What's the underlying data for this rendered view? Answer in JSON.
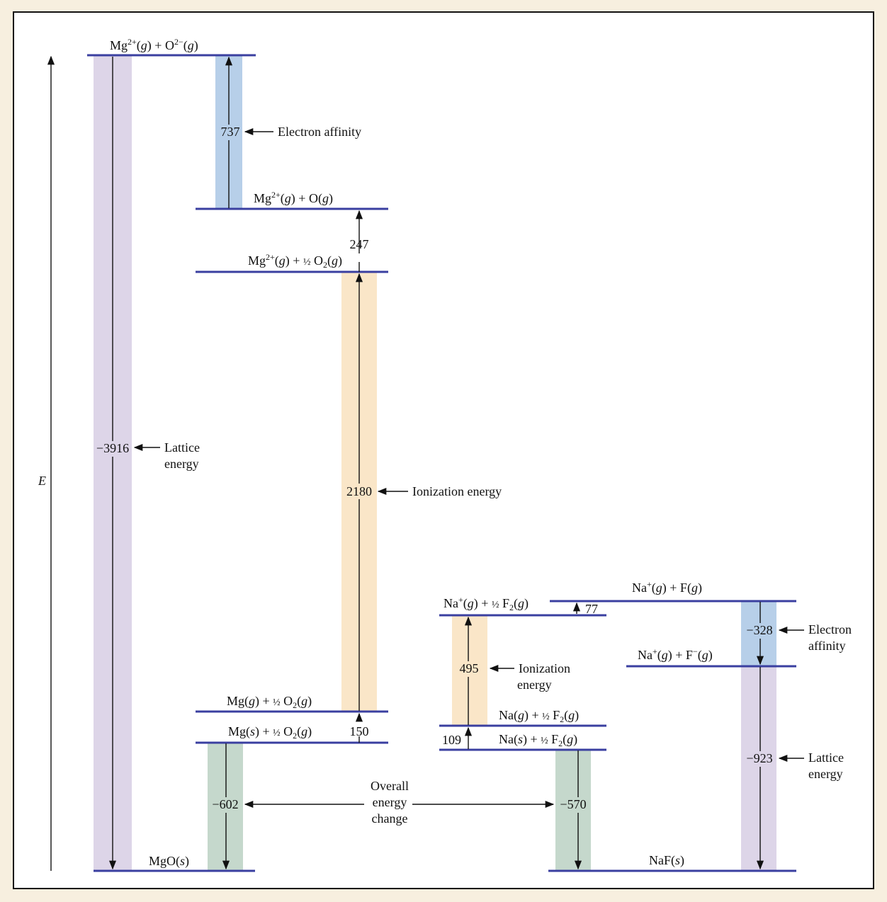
{
  "colors": {
    "lattice_band": "#ddd5e8",
    "affinity_band": "#b7cfe9",
    "ionization_band": "#fae6c8",
    "overall_band": "#c5d8cc",
    "level_line": "#3a3fa0",
    "background": "#f7efdf"
  },
  "axis": {
    "label": "E"
  },
  "mgo": {
    "levels": {
      "ions": {
        "base": "Mg",
        "sup": "2+",
        "mid": "(",
        "italic": "g",
        "rest": ") + O",
        "sup2": "2−",
        "mid2": "(",
        "italic2": "g",
        "end": ")"
      },
      "mg2_o": {
        "base": "Mg",
        "sup": "2+",
        "mid": "(",
        "italic": "g",
        "end": ") + O(",
        "italic2": "g",
        "end2": ")"
      },
      "mg2_halfo2": {
        "base": "Mg",
        "sup": "2+",
        "mid": "(",
        "italic": "g",
        "mid2": ") + ",
        "frac": "½",
        "rest": " O",
        "sub": "2",
        "mid3": "(",
        "italic2": "g",
        "end": ")"
      },
      "mg_g": {
        "base": "Mg(",
        "italic": "g",
        "mid": ") + ",
        "frac": "½",
        "rest": " O",
        "sub": "2",
        "mid2": "(",
        "italic2": "g",
        "end": ")"
      },
      "mg_s": {
        "base": "Mg(",
        "italic": "s",
        "mid": ") + ",
        "frac": "½",
        "rest": " O",
        "sub": "2",
        "mid2": "(",
        "italic2": "g",
        "end": ")"
      },
      "mgo_s": {
        "base": "MgO(",
        "italic": "s",
        "end": ")"
      }
    },
    "values": {
      "lattice": "−3916",
      "affinity": "737",
      "o2_step": "247",
      "ionization": "2180",
      "sublimation": "150",
      "overall": "−602"
    },
    "labels": {
      "affinity": "Electron affinity",
      "ionization": "Ionization energy",
      "lattice_line1": "Lattice",
      "lattice_line2": "energy"
    }
  },
  "naf": {
    "levels": {
      "na_f": {
        "base": "Na",
        "sup": "+",
        "mid": "(",
        "italic": "g",
        "mid2": ") + F(",
        "italic2": "g",
        "end": ")"
      },
      "na_plus_halff2": {
        "base": "Na",
        "sup": "+",
        "mid": "(",
        "italic": "g",
        "mid2": ") + ",
        "frac": "½",
        "rest": " F",
        "sub": "2",
        "mid3": "(",
        "italic2": "g",
        "end": ")"
      },
      "na_fminus": {
        "base": "Na",
        "sup": "+",
        "mid": "(",
        "italic": "g",
        "mid2": ") + F",
        "sup2": "−",
        "mid3": "(",
        "italic2": "g",
        "end": ")"
      },
      "na_g": {
        "base": "Na(",
        "italic": "g",
        "mid": ") + ",
        "frac": "½",
        "rest": " F",
        "sub": "2",
        "mid2": "(",
        "italic2": "g",
        "end": ")"
      },
      "na_s": {
        "base": "Na(",
        "italic": "s",
        "mid": ") + ",
        "frac": "½",
        "rest": " F",
        "sub": "2",
        "mid2": "(",
        "italic2": "g",
        "end": ")"
      },
      "naf_s": {
        "base": "NaF(",
        "italic": "s",
        "end": ")"
      }
    },
    "values": {
      "f2_step": "77",
      "affinity": "−328",
      "ionization": "495",
      "sublimation": "109",
      "lattice": "−923",
      "overall": "−570"
    },
    "labels": {
      "affinity_line1": "Electron",
      "affinity_line2": "affinity",
      "ionization_line1": "Ionization",
      "ionization_line2": "energy",
      "lattice_line1": "Lattice",
      "lattice_line2": "energy"
    }
  },
  "overall_label": {
    "line1": "Overall",
    "line2": "energy",
    "line3": "change"
  }
}
